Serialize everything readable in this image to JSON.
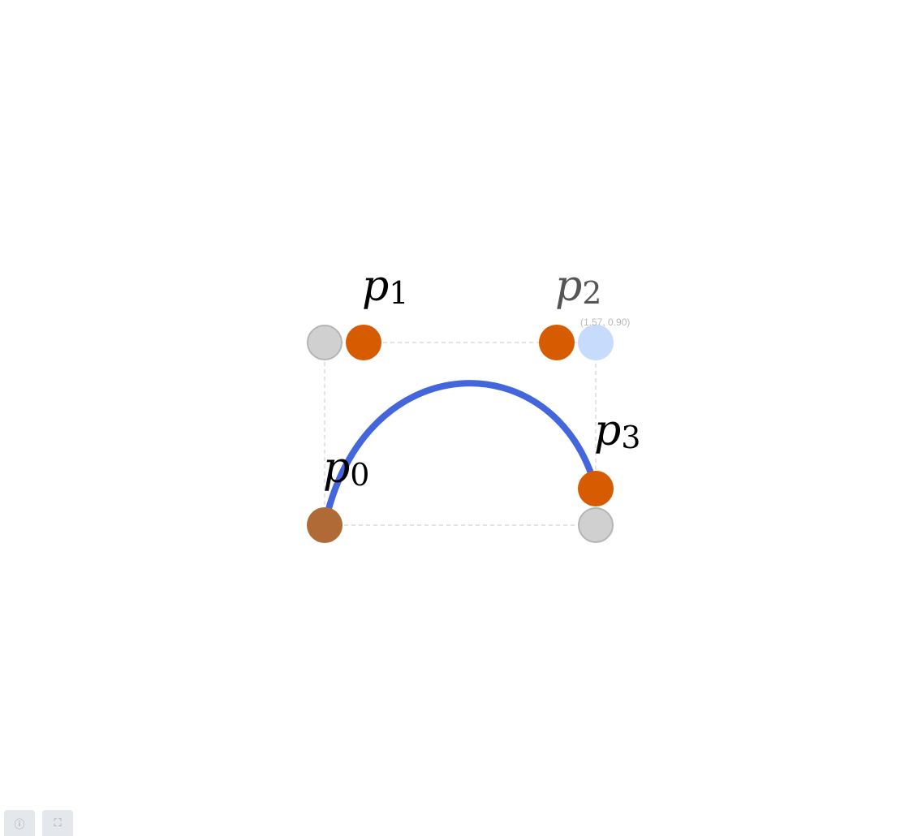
{
  "diagram": {
    "labels": {
      "p0": {
        "base": "p",
        "sub": "0"
      },
      "p1": {
        "base": "p",
        "sub": "1"
      },
      "p2": {
        "base": "p",
        "sub": "2"
      },
      "p3": {
        "base": "p",
        "sub": "3"
      }
    },
    "coord_readout": "(1.57, 0.90)",
    "colors": {
      "curve": "#4466dd",
      "control_handle": "#d75b00",
      "start_point": "#b06a36",
      "anchor_grey": "#d0d0d0",
      "anchor_grey_stroke": "#b5b5b5",
      "hover_point": "#c7dbfc",
      "dashed_frame": "#c8c8c8"
    }
  },
  "toolbar": {
    "info_icon": "ⓘ",
    "fullscreen_icon": "⛶"
  }
}
